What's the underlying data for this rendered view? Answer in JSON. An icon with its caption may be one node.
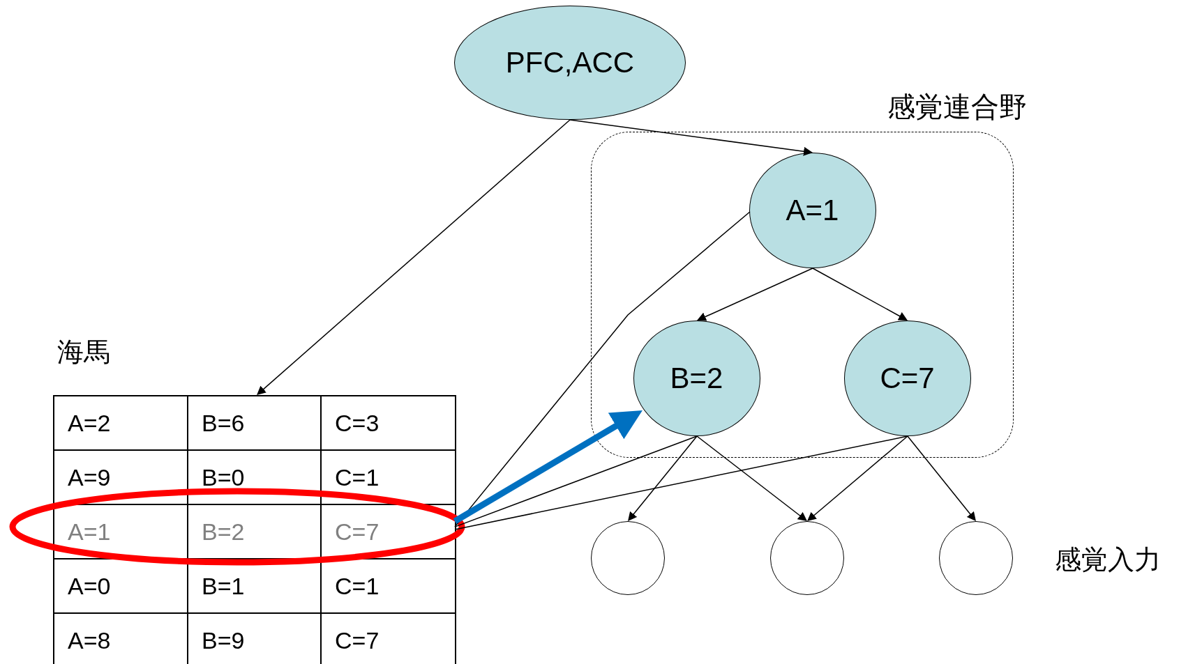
{
  "diagram": {
    "nodes": [
      {
        "text": [
          "PFC,ACC"
        ]
      },
      {
        "text": [
          "感覚連合野"
        ]
      },
      {
        "text": [
          "A=1"
        ],
        "in": 1
      },
      {
        "text": [
          "B=2"
        ],
        "in": 1
      },
      {
        "text": [
          "C=7"
        ],
        "in": 1
      },
      {
        "text": [
          "海馬",
          "A=2",
          "B=6",
          "C=3",
          "A=9",
          "B=0",
          "C=1",
          "A=1",
          "B=2",
          "C=7",
          "A=0",
          "B=1",
          "C=1",
          "A=8",
          "B=9",
          "C=7"
        ]
      },
      {
        "text": [],
        "shape": "circle"
      },
      {
        "text": [],
        "shape": "circle"
      },
      {
        "text": [],
        "shape": "circle"
      }
    ],
    "edges": [
      {
        "from": 0,
        "to": 5,
        "arrow": "to"
      },
      {
        "from": 0,
        "to": 2,
        "arrow": "to"
      },
      {
        "from": 2,
        "to": 3,
        "arrow": "to"
      },
      {
        "from": 2,
        "to": 4,
        "arrow": "to"
      },
      {
        "from": 3,
        "to": 6,
        "arrow": "to"
      },
      {
        "from": 3,
        "to": 7,
        "arrow": "to"
      },
      {
        "from": 4,
        "to": 7,
        "arrow": "to"
      },
      {
        "from": 4,
        "to": 8,
        "arrow": "to"
      },
      {
        "from": 2,
        "to": 5,
        "arrow": "none"
      },
      {
        "from": 3,
        "to": 5,
        "arrow": "none"
      },
      {
        "from": 4,
        "to": 5,
        "arrow": "none"
      },
      {
        "from": 5,
        "to": 3,
        "arrow": "to",
        "style": "thick",
        "color": "#0070c0"
      }
    ],
    "labels": [
      "感覚入力"
    ]
  }
}
